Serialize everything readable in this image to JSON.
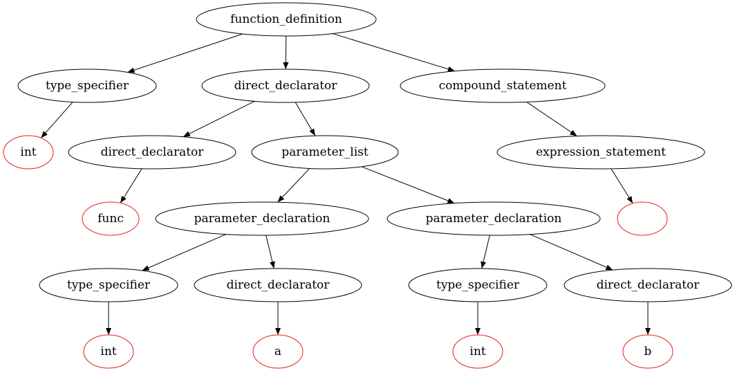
{
  "colors": {
    "internal": "#000000",
    "leaf": "#e0201b",
    "edge": "#000000",
    "background": "#ffffff"
  },
  "nodes": [
    {
      "id": "n0",
      "label": "function_definition",
      "kind": "internal"
    },
    {
      "id": "n1",
      "label": "type_specifier",
      "kind": "internal"
    },
    {
      "id": "n2",
      "label": "direct_declarator",
      "kind": "internal"
    },
    {
      "id": "n3",
      "label": "compound_statement",
      "kind": "internal"
    },
    {
      "id": "n4",
      "label": "int",
      "kind": "leaf"
    },
    {
      "id": "n5",
      "label": "direct_declarator",
      "kind": "internal"
    },
    {
      "id": "n6",
      "label": "parameter_list",
      "kind": "internal"
    },
    {
      "id": "n7",
      "label": "expression_statement",
      "kind": "internal"
    },
    {
      "id": "n8",
      "label": "func",
      "kind": "leaf"
    },
    {
      "id": "n9",
      "label": "parameter_declaration",
      "kind": "internal"
    },
    {
      "id": "n10",
      "label": "parameter_declaration",
      "kind": "internal"
    },
    {
      "id": "n11",
      "label": "",
      "kind": "leaf"
    },
    {
      "id": "n12",
      "label": "type_specifier",
      "kind": "internal"
    },
    {
      "id": "n13",
      "label": "direct_declarator",
      "kind": "internal"
    },
    {
      "id": "n14",
      "label": "type_specifier",
      "kind": "internal"
    },
    {
      "id": "n15",
      "label": "direct_declarator",
      "kind": "internal"
    },
    {
      "id": "n16",
      "label": "int",
      "kind": "leaf"
    },
    {
      "id": "n17",
      "label": "a",
      "kind": "leaf"
    },
    {
      "id": "n18",
      "label": "int",
      "kind": "leaf"
    },
    {
      "id": "n19",
      "label": "b",
      "kind": "leaf"
    }
  ],
  "edges": [
    [
      "n0",
      "n1"
    ],
    [
      "n0",
      "n2"
    ],
    [
      "n0",
      "n3"
    ],
    [
      "n1",
      "n4"
    ],
    [
      "n2",
      "n5"
    ],
    [
      "n2",
      "n6"
    ],
    [
      "n3",
      "n7"
    ],
    [
      "n5",
      "n8"
    ],
    [
      "n6",
      "n9"
    ],
    [
      "n6",
      "n10"
    ],
    [
      "n7",
      "n11"
    ],
    [
      "n9",
      "n12"
    ],
    [
      "n9",
      "n13"
    ],
    [
      "n10",
      "n14"
    ],
    [
      "n10",
      "n15"
    ],
    [
      "n12",
      "n16"
    ],
    [
      "n13",
      "n17"
    ],
    [
      "n14",
      "n18"
    ],
    [
      "n15",
      "n19"
    ]
  ]
}
